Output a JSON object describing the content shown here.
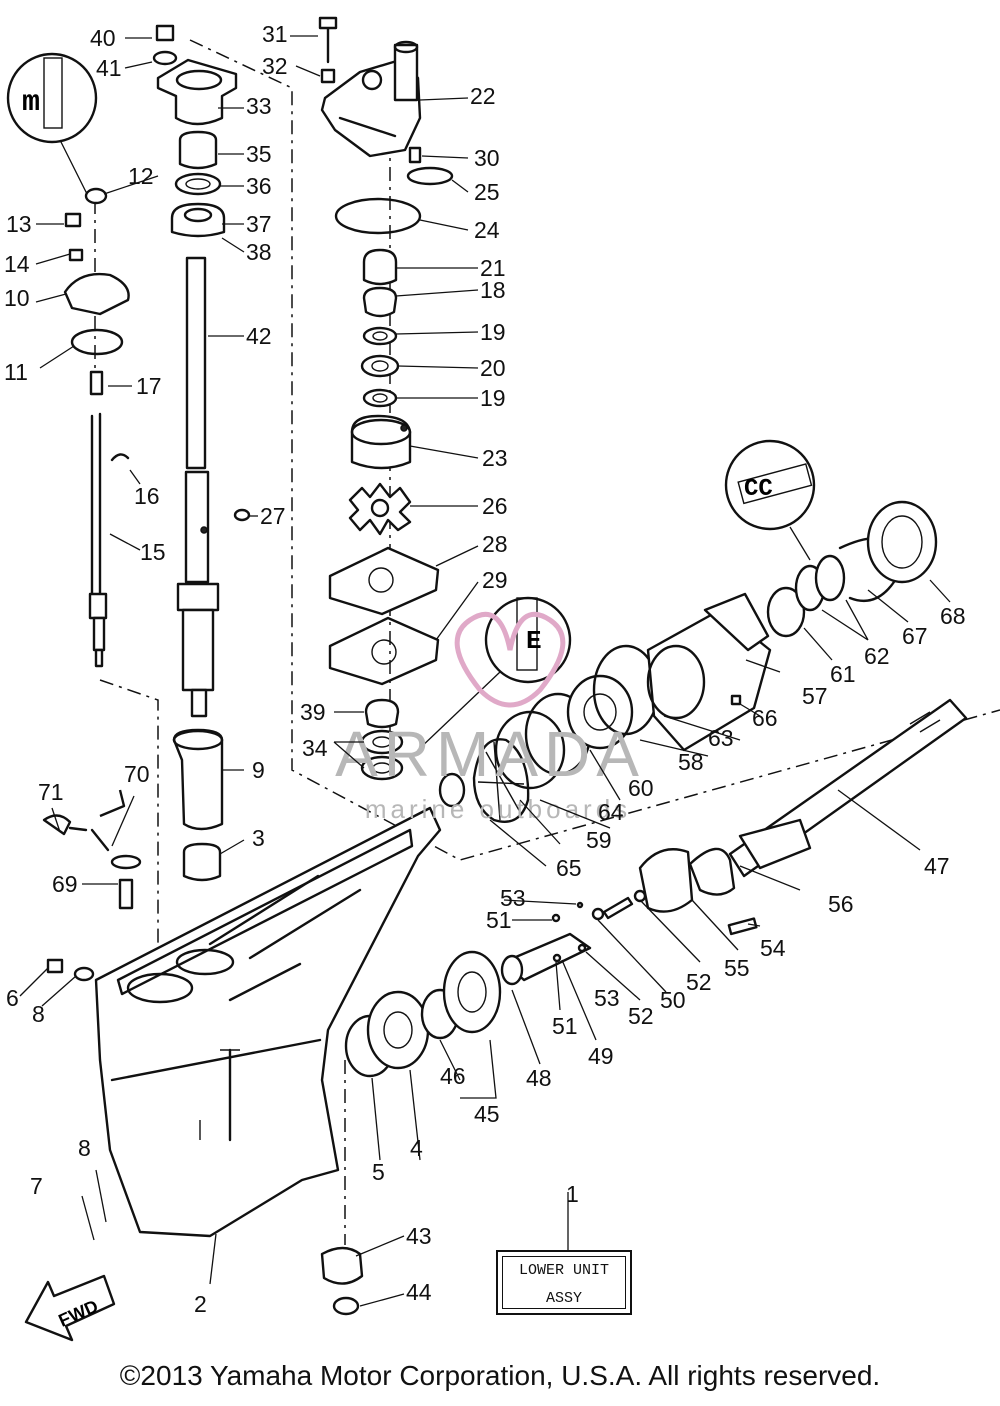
{
  "diagram": {
    "assembly_box": {
      "line1": "LOWER UNIT",
      "line2": "ASSY"
    },
    "copyright": "©2013 Yamaha Motor Corporation, U.S.A. All rights reserved.",
    "fwd_label": "FWD",
    "watermark": {
      "brand": "ARMADA",
      "tagline": "marine outboards"
    },
    "part_numbers": [
      "1",
      "2",
      "3",
      "4",
      "5",
      "6",
      "7",
      "8",
      "9",
      "10",
      "11",
      "12",
      "13",
      "14",
      "15",
      "16",
      "17",
      "18",
      "19",
      "20",
      "21",
      "22",
      "23",
      "24",
      "25",
      "26",
      "27",
      "28",
      "29",
      "30",
      "31",
      "32",
      "33",
      "34",
      "35",
      "36",
      "37",
      "38",
      "39",
      "40",
      "41",
      "42",
      "43",
      "44",
      "45",
      "46",
      "47",
      "48",
      "49",
      "50",
      "51",
      "52",
      "53",
      "54",
      "55",
      "56",
      "57",
      "58",
      "59",
      "60",
      "61",
      "62",
      "63",
      "64",
      "65",
      "66",
      "67",
      "68",
      "69",
      "70",
      "71"
    ]
  }
}
